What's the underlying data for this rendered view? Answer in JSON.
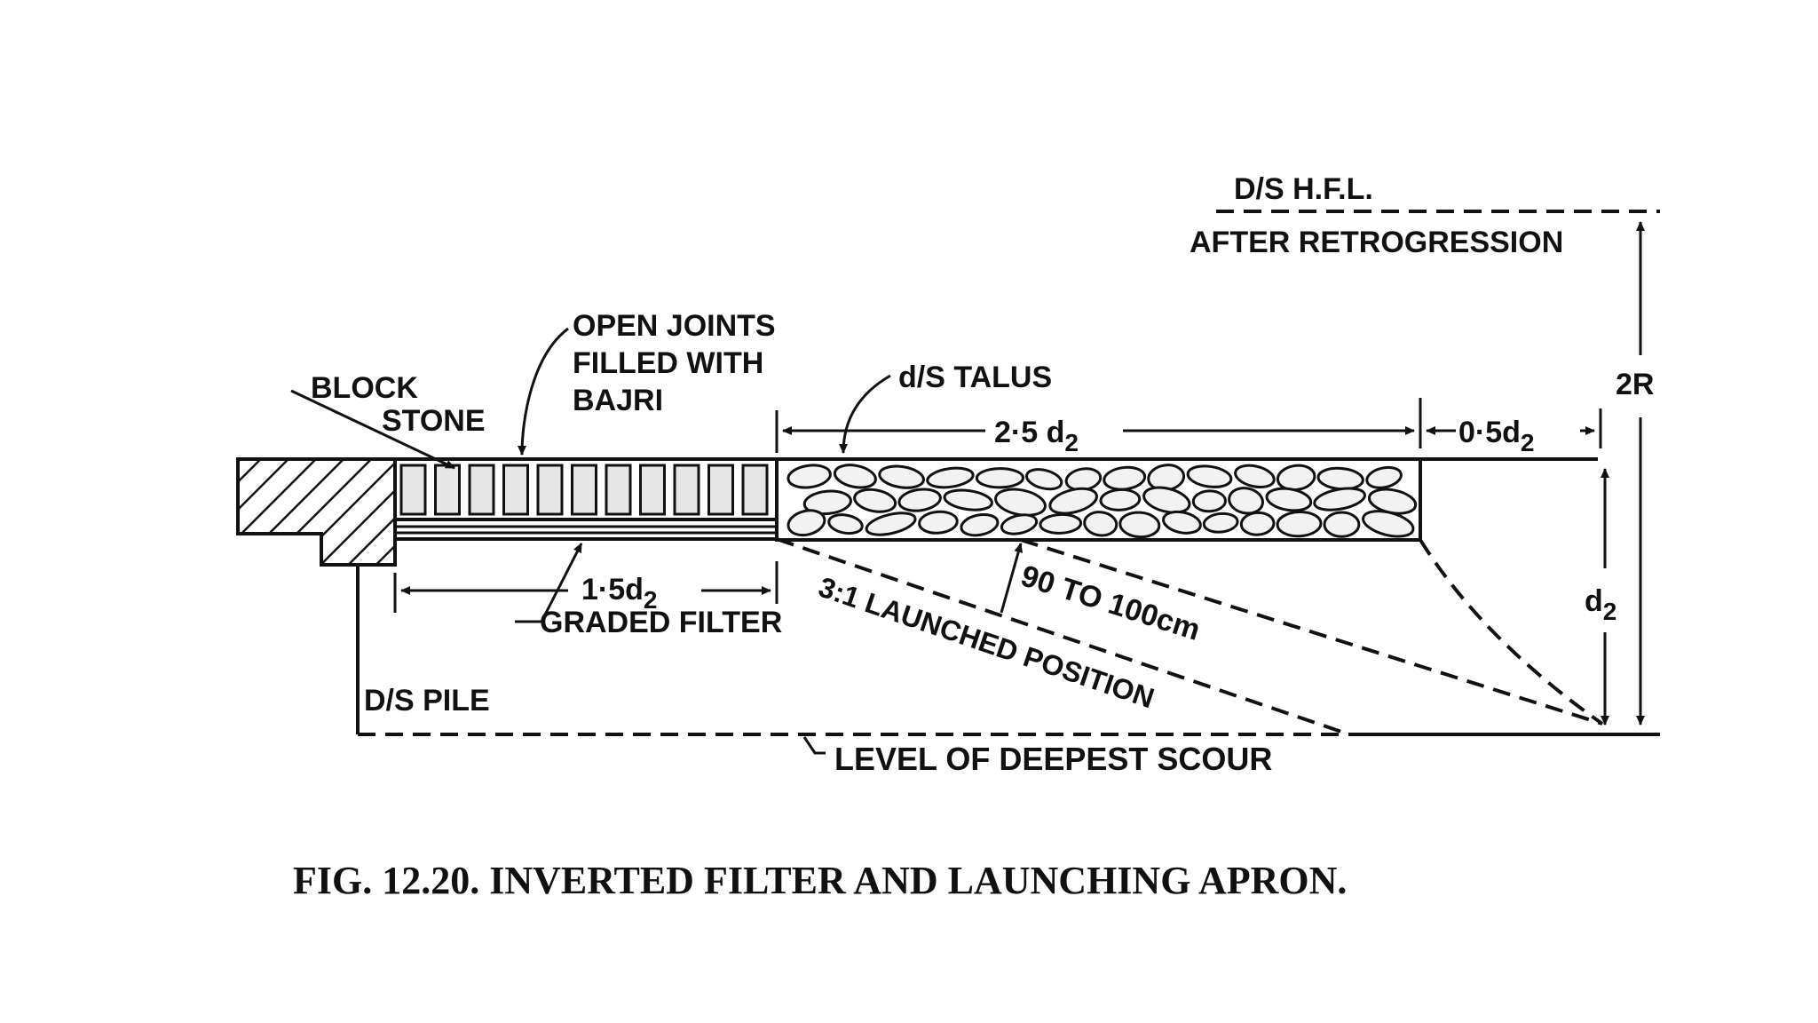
{
  "labels": {
    "hfl": "D/S H.F.L.",
    "after_retrogression": "AFTER RETROGRESSION",
    "two_r": "2R",
    "open_joints_1": "OPEN JOINTS",
    "open_joints_2": "FILLED WITH",
    "open_joints_3": "BAJRI",
    "block": "BLOCK",
    "stone": "STONE",
    "talus": "d/S TALUS",
    "dim_25_prefix": "2·5 d",
    "dim_05_prefix": "0·5d",
    "dim_15_prefix": "1·5d",
    "subscript_2": "2",
    "graded_filter": "GRADED FILTER",
    "launched_position": "3:1 LAUNCHED POSITION",
    "thickness": "90 TO 100cm",
    "d2_prefix": "d",
    "ds_pile": "D/S PILE",
    "deepest_scour": "LEVEL OF DEEPEST SCOUR"
  },
  "caption": "FIG. 12.20. INVERTED FILTER AND LAUNCHING APRON."
}
